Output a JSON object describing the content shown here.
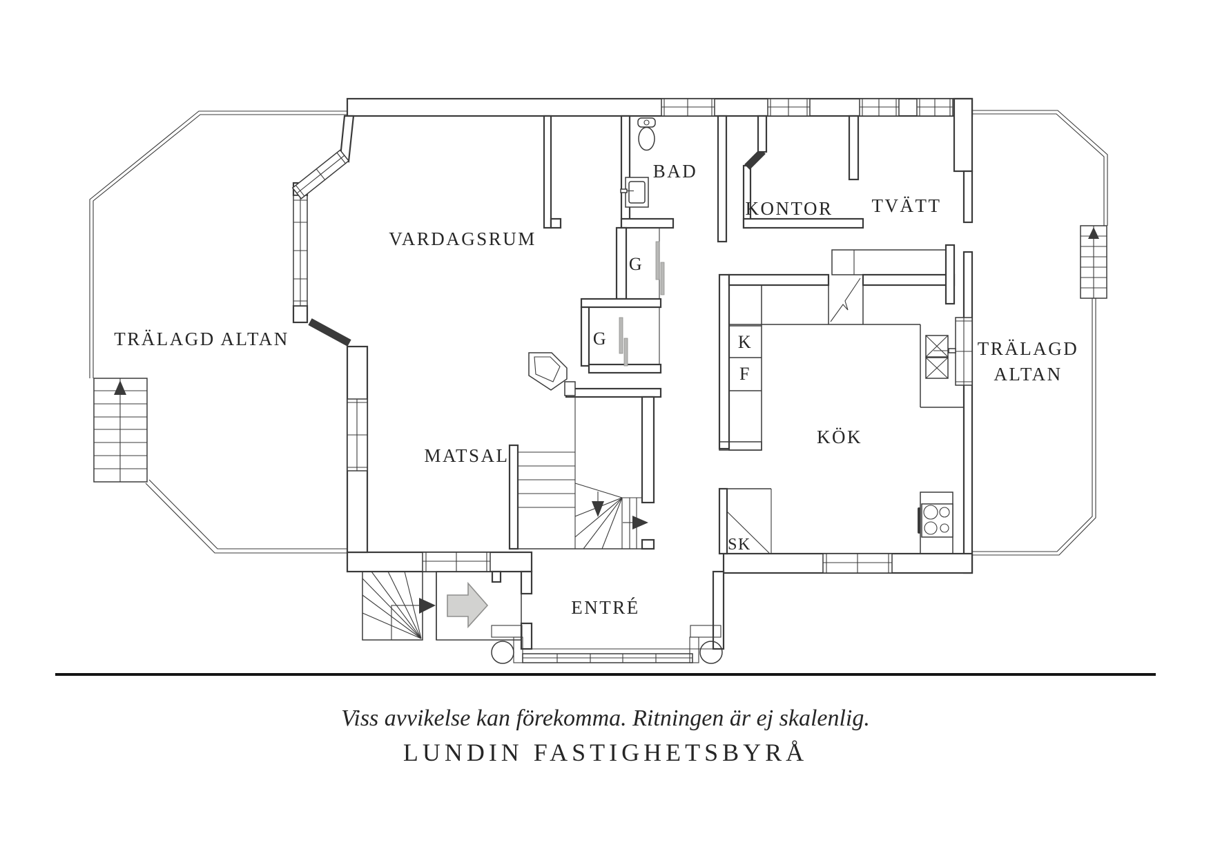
{
  "colors": {
    "line": "#3a3a3a",
    "text": "#262626",
    "arrow_gray": "#d2d2d0",
    "arrow_edge": "#8f8f8d"
  },
  "rooms": [
    {
      "id": "vardagsrum",
      "label": "VARDAGSRUM"
    },
    {
      "id": "matsal",
      "label": "MATSAL"
    },
    {
      "id": "bad",
      "label": "BAD"
    },
    {
      "id": "kontor",
      "label": "KONTOR"
    },
    {
      "id": "tvatt",
      "label": "TVÄTT"
    },
    {
      "id": "kok",
      "label": "KÖK"
    },
    {
      "id": "entre",
      "label": "ENTRÉ"
    }
  ],
  "closets": [
    {
      "id": "g1",
      "label": "G"
    },
    {
      "id": "g2",
      "label": "G"
    },
    {
      "id": "kyl",
      "label": "K"
    },
    {
      "id": "frys",
      "label": "F"
    },
    {
      "id": "sk",
      "label": "SK"
    }
  ],
  "decks": {
    "left": "TRÄLAGD ALTAN",
    "right_line1": "TRÄLAGD",
    "right_line2": "ALTAN"
  },
  "footer": {
    "disclaimer": "Viss avvikelse kan förekomma. Ritningen är ej skalenlig.",
    "brand": "LUNDIN FASTIGHETSBYRÅ"
  }
}
